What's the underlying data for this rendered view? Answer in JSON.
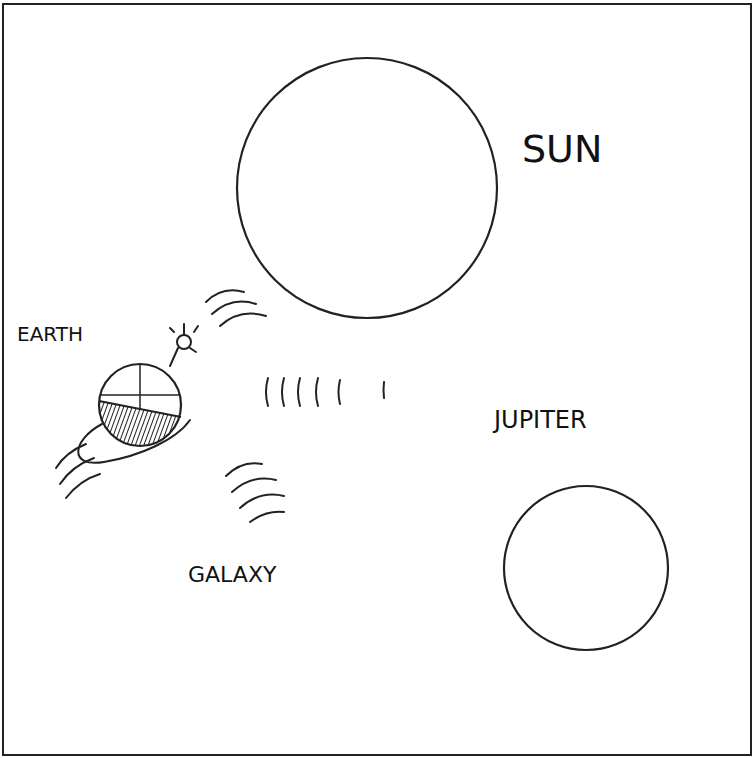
{
  "diagram": {
    "nodes": [
      {
        "text": [
          "SUN"
        ]
      },
      {
        "text": [
          "EARTH"
        ]
      },
      {
        "text": [
          "JUPITER"
        ]
      }
    ],
    "labels": [
      "GALAXY"
    ]
  }
}
